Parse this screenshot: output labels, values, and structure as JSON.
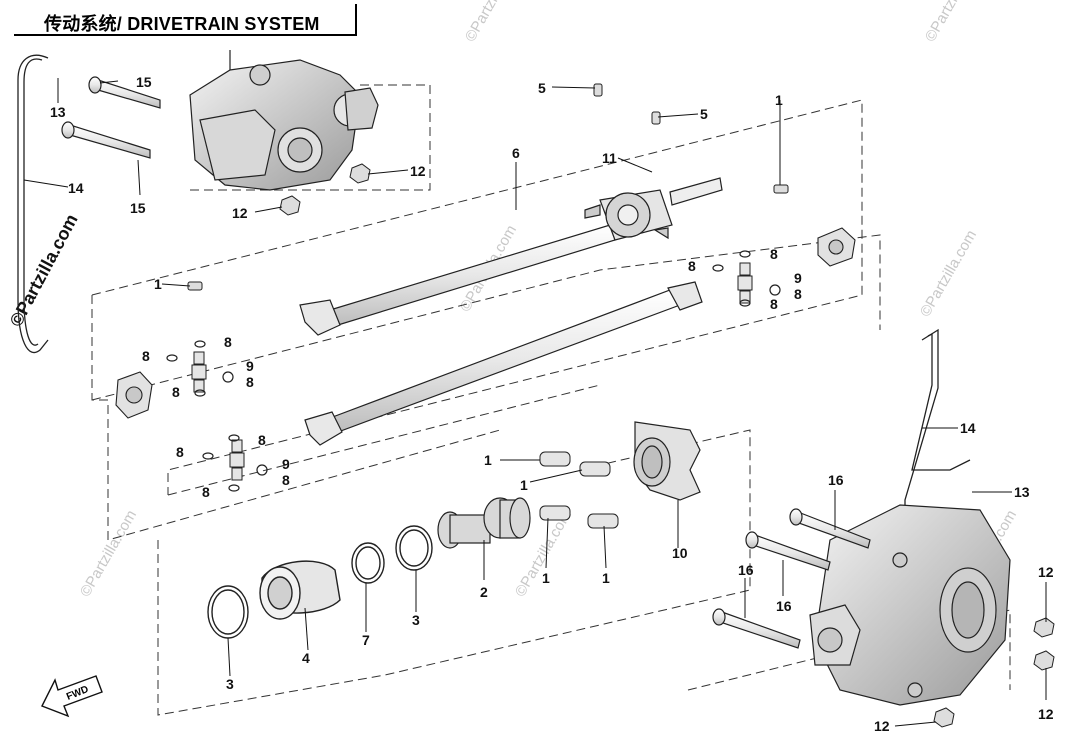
{
  "title": "传动系统/ DRIVETRAIN SYSTEM",
  "fwd_label": "FWD",
  "watermark": "©Partzilla.com",
  "callouts": {
    "c1a": "1",
    "c1b": "1",
    "c1c": "1",
    "c1d": "1",
    "c1e": "1",
    "c1f": "1",
    "c2": "2",
    "c3a": "3",
    "c3b": "3",
    "c4": "4",
    "c5a": "5",
    "c5b": "5",
    "c6": "6",
    "c7": "7",
    "c8a": "8",
    "c8b": "8",
    "c8c": "8",
    "c8d": "8",
    "c8e": "8",
    "c8f": "8",
    "c8g": "8",
    "c8h": "8",
    "c8i": "8",
    "c8j": "8",
    "c8k": "8",
    "c8l": "8",
    "c9a": "9",
    "c9b": "9",
    "c9c": "9",
    "c10": "10",
    "c11": "11",
    "c12a": "12",
    "c12b": "12",
    "c12c": "12",
    "c12d": "12",
    "c12e": "12",
    "c13a": "13",
    "c13b": "13",
    "c14a": "14",
    "c14b": "14",
    "c15a": "15",
    "c15b": "15",
    "c16a": "16",
    "c16b": "16",
    "c16c": "16"
  }
}
